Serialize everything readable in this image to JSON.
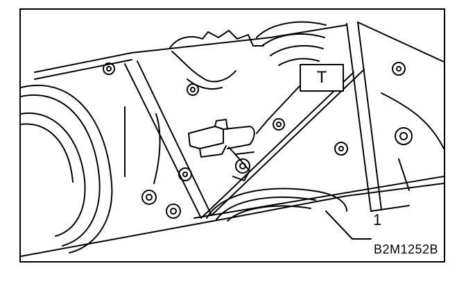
{
  "diagram": {
    "tool_label": "T",
    "callout_number": "1",
    "figure_code": "B2M1252B"
  }
}
